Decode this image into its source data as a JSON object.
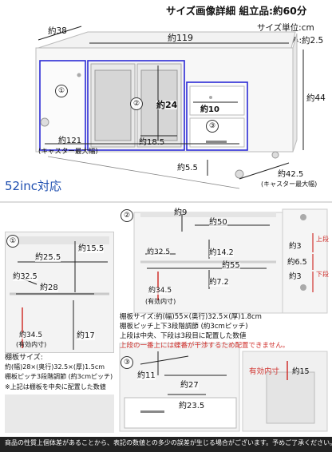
{
  "header": {
    "title": "サイズ画像詳細 組立品:約60分",
    "unit_line": "サイズ単位:cm",
    "thickness_line": "天板の厚み:約2.5"
  },
  "top_diagram": {
    "depth": "約38",
    "width": "約119",
    "height": "約44",
    "inner_2_height": "約24",
    "inner_2_depth": "約18.5",
    "drawer_inner": "約10",
    "caster_width_value": "約121",
    "caster_width_note": "(キャスター最大幅)",
    "bottom_gap": "約5.5",
    "caster_depth_value": "約42.5",
    "caster_depth_note": "(キャスター最大幅)",
    "tv_size": "52inc対応",
    "label_1": "①",
    "label_2": "②",
    "label_3": "③"
  },
  "panel1": {
    "label": "①",
    "d_25_5": "約25.5",
    "d_15_5": "約15.5",
    "d_32_5": "約32.5",
    "d_28": "約28",
    "d_17": "約17",
    "d_34_5": "約34.5",
    "inner_note": "(有効内寸)",
    "shelf_title": "棚板サイズ:",
    "shelf_size": "約(幅)28×(奥行)32.5×(厚)1.5cm",
    "shelf_pitch": "棚板ピッチ3段階調節 (約3cmピッチ)",
    "shelf_note": "※上記は棚板を中央に配置した数値"
  },
  "panel2": {
    "label": "②",
    "d_9": "約9",
    "d_50": "約50",
    "d_32_5": "約32.5",
    "d_14_2": "約14.2",
    "d_55": "約55",
    "d_7_2": "約7.2",
    "d_34_5": "約34.5",
    "inner_note": "(有効内寸)",
    "side_3a": "約3",
    "side_6_5": "約6.5",
    "side_3b": "約3",
    "upper": "上段",
    "lower": "下段",
    "shelf_size": "棚板サイズ:約(幅)55×(奥行)32.5×(厚)1.8cm",
    "shelf_pitch": "棚板ピッチ上下3段階調節 (約3cmピッチ)",
    "shelf_note1": "上段は中央、下段は3段目に配置した数値",
    "shelf_note_red": "上段の一番上には蝶番が干渉するため配置できません。"
  },
  "panel3": {
    "label": "③",
    "d_11": "約11",
    "d_27": "約27",
    "d_23_5": "約23.5",
    "inner_label": "有効内寸",
    "d_15": "約15"
  },
  "footer": {
    "text": "商品の性質上個体差があることから、表記の数値との多少の誤差が生じる場合がございます。予めご了承ください。"
  },
  "colors": {
    "blue_outline": "#2c2bd6",
    "red_accent": "#d0312d",
    "tv_label": "#1f4fb0",
    "footer_bg": "#222222"
  }
}
